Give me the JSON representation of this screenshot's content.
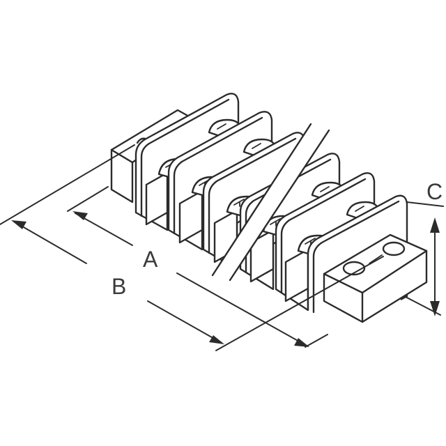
{
  "figure": {
    "subject": "Barrier terminal block, isometric view",
    "positions_shown": 6,
    "has_break_lines": true
  },
  "dimensions": {
    "a": {
      "label": "A",
      "meaning": "length between mounting centers"
    },
    "b": {
      "label": "B",
      "meaning": "overall length"
    },
    "c": {
      "label": "C",
      "meaning": "height"
    }
  },
  "colors": {
    "line": "#2b2b2b",
    "label": "#3a3a3a",
    "background": "#ffffff"
  }
}
